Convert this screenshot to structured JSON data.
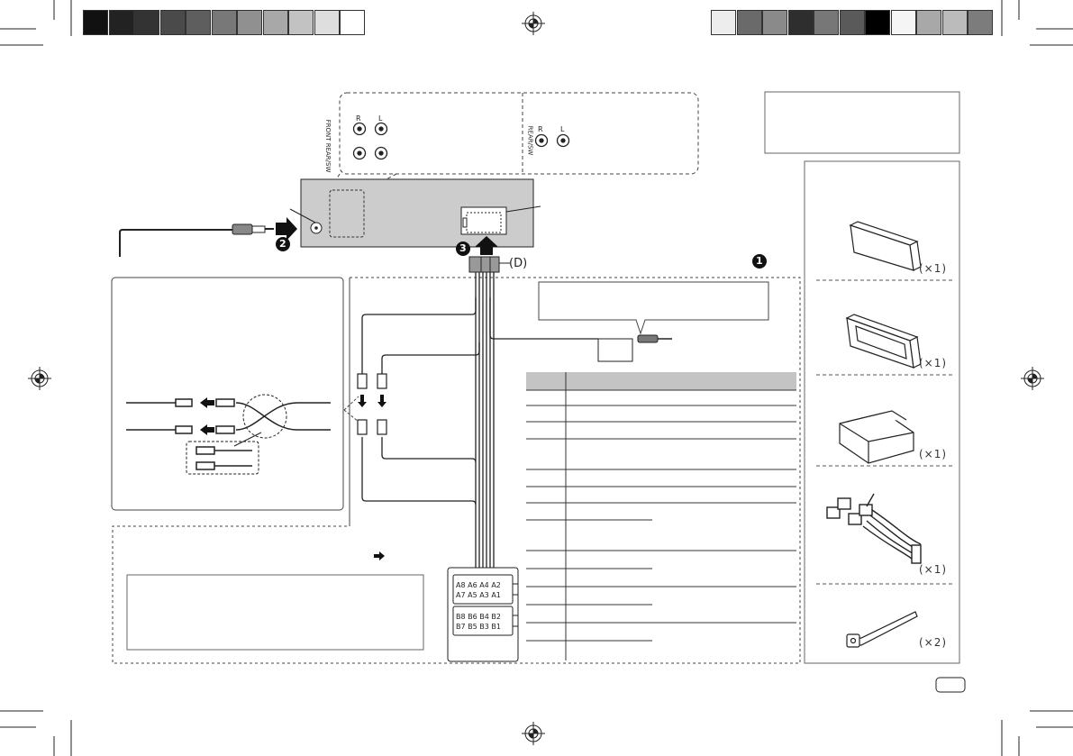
{
  "calibration_bar_left": [
    "#111111",
    "#222222",
    "#333333",
    "#4a4a4a",
    "#5e5e5e",
    "#787878",
    "#909090",
    "#a8a8a8",
    "#c2c2c2",
    "#dedede",
    "#ffffff"
  ],
  "calibration_bar_right": [
    "#ededed",
    "#6a6a6a",
    "#8a8a8a",
    "#2e2e2e",
    "#777777",
    "#5a5a5a",
    "#000000",
    "#f5f5f5",
    "#a8a8a8",
    "#bbbbbb",
    "#7c7c7c"
  ],
  "rca_panel_left": {
    "r": "R",
    "l": "L",
    "front": "FRONT",
    "rear_sw": "REAR/SW"
  },
  "rca_panel_right": {
    "r": "R",
    "l": "L",
    "rear_sw": "REAR/SW"
  },
  "step_markers": {
    "one": "1",
    "two": "2",
    "three": "3"
  },
  "connector_label": "(D)",
  "pins_a": {
    "row1": "A8 A6 A4 A2",
    "row2": "A7 A5 A3 A1"
  },
  "pins_b": {
    "row1": "B8 B6 B4 B2",
    "row2": "B7 B5 B3 B1"
  },
  "parts": [
    {
      "qty": "(×1)"
    },
    {
      "qty": "(×1)"
    },
    {
      "qty": "(×1)"
    },
    {
      "qty": "(×1)"
    },
    {
      "qty": "(×2)"
    }
  ]
}
